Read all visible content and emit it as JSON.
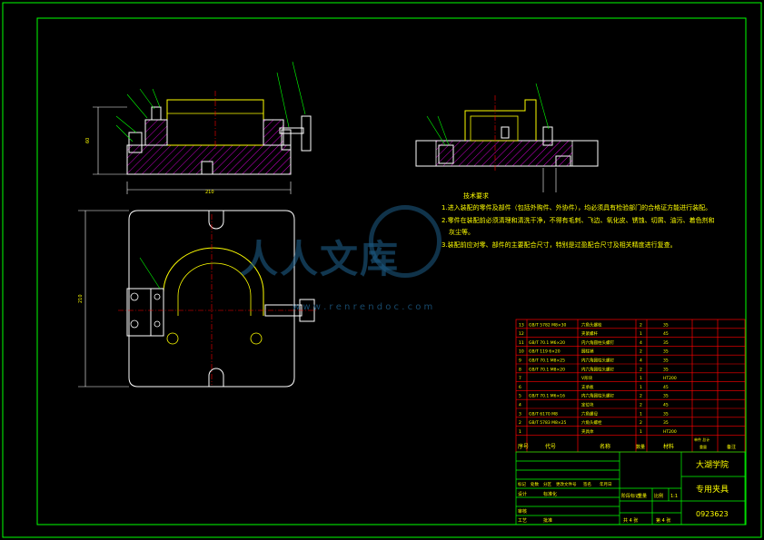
{
  "drawing": {
    "school": "大湖学院",
    "title": "专用夹具",
    "drawing_no": "0923623",
    "scale": "1:1",
    "sheet_total": "共 4 张",
    "sheet_no": "第 4 张"
  },
  "dimensions": {
    "front_width": "210",
    "front_height": "60",
    "plan_height": "210"
  },
  "tech_req": {
    "title": "技术要求",
    "lines": [
      "1.进入装配的零件及部件（包括外购件、外协件），均必须具有检验部门的合格证方能进行装配。",
      "2.零件在装配前必须清理和清洗干净，不得有毛刺、飞边、氧化皮、锈蚀、切屑、油污、着色剂和",
      "灰尘等。",
      "3.装配前应对零、部件的主要配合尺寸，特别是过盈配合尺寸及相关精度进行复查。"
    ]
  },
  "bom": {
    "rows": [
      {
        "no": "13",
        "code": "GB/T 5782 M8×30",
        "name": "六角头螺栓",
        "qty": "2",
        "mat": "35"
      },
      {
        "no": "12",
        "code": "",
        "name": "夹紧螺杆",
        "qty": "1",
        "mat": "45"
      },
      {
        "no": "11",
        "code": "GB/T 70.1 M6×20",
        "name": "内六角圆柱头螺钉",
        "qty": "4",
        "mat": "35"
      },
      {
        "no": "10",
        "code": "GB/T 119 6×20",
        "name": "圆柱销",
        "qty": "2",
        "mat": "35"
      },
      {
        "no": "9",
        "code": "GB/T 70.1 M8×25",
        "name": "内六角圆柱头螺钉",
        "qty": "4",
        "mat": "35"
      },
      {
        "no": "8",
        "code": "GB/T 70.1 M8×20",
        "name": "内六角圆柱头螺钉",
        "qty": "2",
        "mat": "35"
      },
      {
        "no": "7",
        "code": "",
        "name": "V形块",
        "qty": "1",
        "mat": "HT200"
      },
      {
        "no": "6",
        "code": "",
        "name": "支承板",
        "qty": "1",
        "mat": "45"
      },
      {
        "no": "5",
        "code": "GB/T 70.1 M6×16",
        "name": "内六角圆柱头螺钉",
        "qty": "2",
        "mat": "35"
      },
      {
        "no": "4",
        "code": "",
        "name": "定位块",
        "qty": "2",
        "mat": "45"
      },
      {
        "no": "3",
        "code": "GB/T 6170 M8",
        "name": "六角螺母",
        "qty": "1",
        "mat": "35"
      },
      {
        "no": "2",
        "code": "GB/T 5783 M8×25",
        "name": "六角头螺栓",
        "qty": "2",
        "mat": "35"
      },
      {
        "no": "1",
        "code": "",
        "name": "夹具体",
        "qty": "1",
        "mat": "HT200"
      }
    ],
    "header": {
      "no": "序号",
      "code": "代号",
      "name": "名称",
      "qty": "数量",
      "mat": "材料",
      "weight": "单件 总计",
      "wlabel": "重量",
      "remark": "备注"
    }
  },
  "title_block": {
    "row_labels": [
      "标记",
      "处数",
      "分区",
      "更改文件号",
      "签名",
      "年月日"
    ],
    "design": "设计",
    "std": "标准化",
    "review": "审核",
    "process": "工艺",
    "approve": "批准",
    "stage": "阶段标记",
    "weight": "重量",
    "scale_label": "比例"
  },
  "watermark": {
    "text": "人人文库",
    "url": "w w w . r e n r e n d o c . c o m"
  },
  "colors": {
    "frame": "#00ff00",
    "table": "#ff0000",
    "text": "#ffff00",
    "part": "#ffffff",
    "hatch": "#ff00ff",
    "dim": "#00ffff"
  }
}
